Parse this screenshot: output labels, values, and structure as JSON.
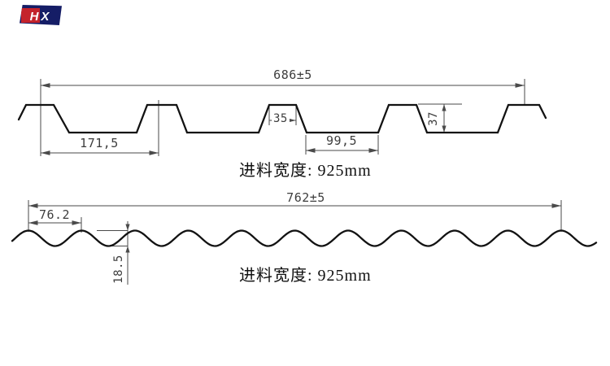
{
  "logo": {
    "text": "HX",
    "red": "#c4232b",
    "navy": "#151d66"
  },
  "colors": {
    "background": "#ffffff",
    "profile_line": "#121212",
    "dim_line": "#4a4a4a",
    "dim_text": "#3d3d3d",
    "label_text": "#111111"
  },
  "top_profile": {
    "type": "trapezoidal rib sheet",
    "dims": {
      "overall_width": "686±5",
      "pitch": "171,5",
      "rib_top": "35",
      "valley": "99,5",
      "height": "37"
    },
    "feed_width": "进料宽度: 925mm"
  },
  "bottom_profile": {
    "type": "corrugated wave sheet",
    "dims": {
      "overall_width": "762±5",
      "pitch": "76.2",
      "height": "18.5"
    },
    "feed_width": "进料宽度: 925mm"
  }
}
